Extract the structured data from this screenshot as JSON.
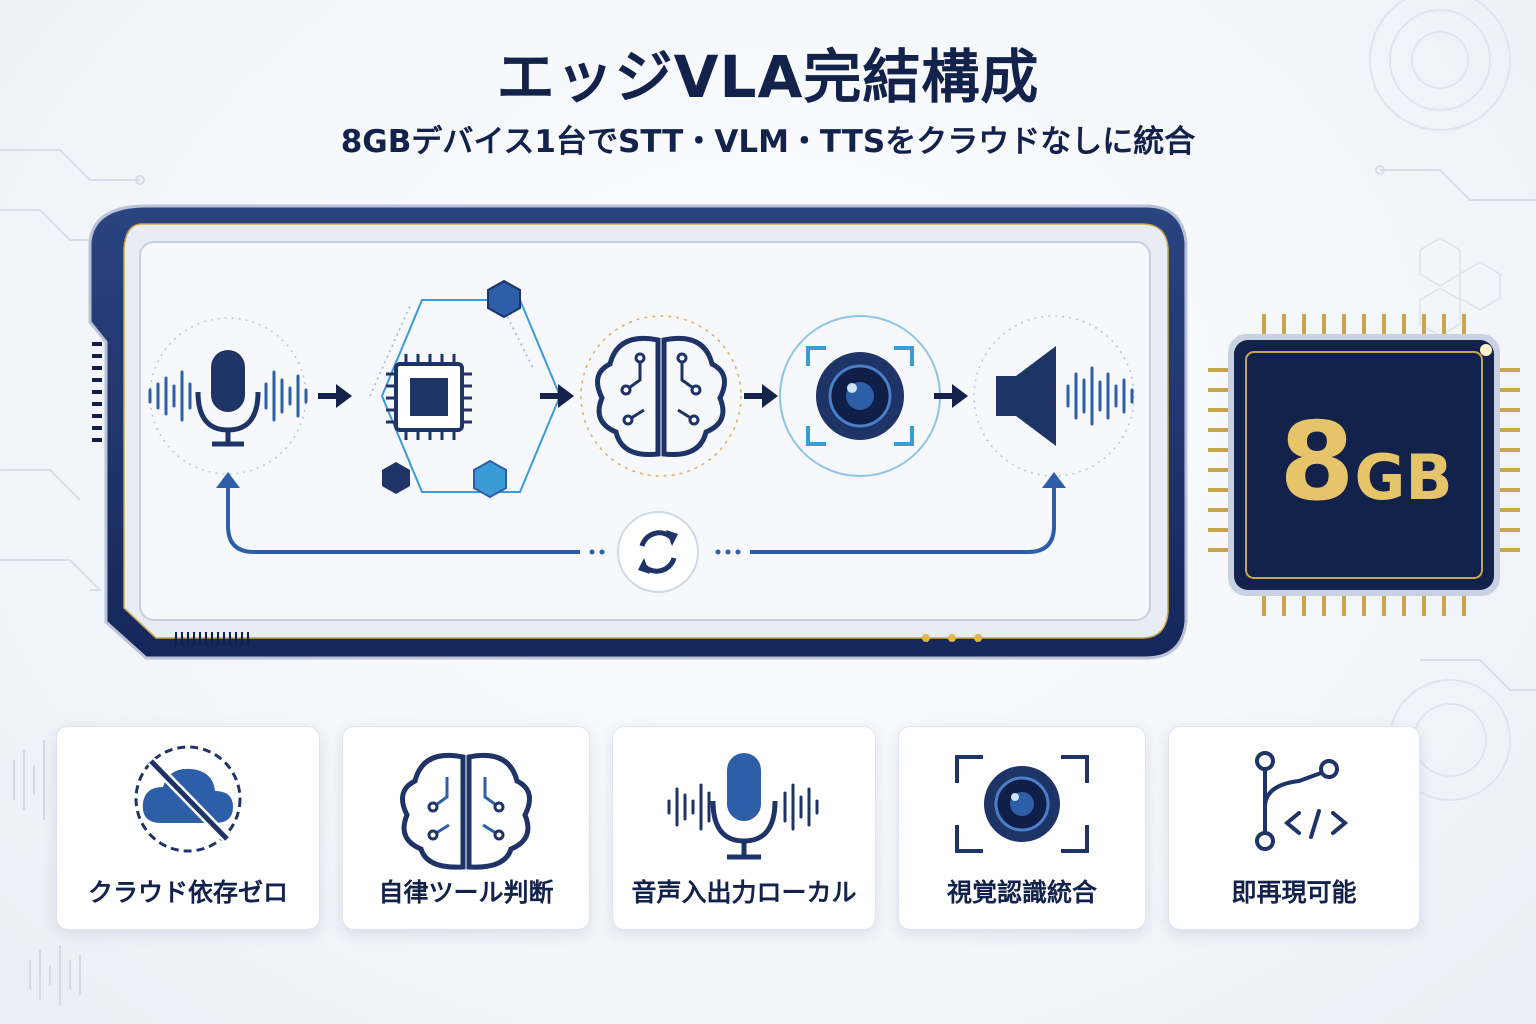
{
  "header": {
    "title": "エッジVLA完結構成",
    "subtitle": "8GBデバイス1台でSTT・VLM・TTSをクラウドなしに統合"
  },
  "chip": {
    "number": "8",
    "unit": "GB"
  },
  "pipeline": {
    "stages": [
      "microphone-icon",
      "processor-icon",
      "brain-icon",
      "camera-icon",
      "speaker-icon"
    ],
    "loop_icon": "refresh-icon"
  },
  "features": [
    {
      "label": "クラウド依存ゼロ",
      "icon": "no-cloud-icon"
    },
    {
      "label": "自律ツール判断",
      "icon": "brain-icon"
    },
    {
      "label": "音声入出力ローカル",
      "icon": "microphone-icon"
    },
    {
      "label": "視覚認識統合",
      "icon": "camera-icon"
    },
    {
      "label": "即再現可能",
      "icon": "code-branch-icon"
    }
  ],
  "colors": {
    "navy": "#13224a",
    "frame": "#1e3366",
    "blue": "#2d5fa8",
    "light_blue": "#3b9bd6",
    "gold": "#d9b25a"
  }
}
